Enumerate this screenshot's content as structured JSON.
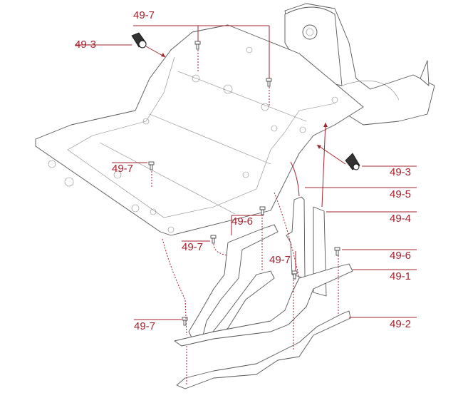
{
  "diagram": {
    "accent_color": "#a3232e",
    "callouts": [
      {
        "id": "top",
        "label": "49-7"
      },
      {
        "id": "grommet-left",
        "label": "49-3"
      },
      {
        "id": "mid-left",
        "label": "49-7"
      },
      {
        "id": "grommet-right",
        "label": "49-3"
      },
      {
        "id": "plate-front",
        "label": "49-5"
      },
      {
        "id": "plate-rear",
        "label": "49-4"
      },
      {
        "id": "mid-arm",
        "label": "49-6"
      },
      {
        "id": "arm-left",
        "label": "49-7"
      },
      {
        "id": "arm-right",
        "label": "49-7"
      },
      {
        "id": "right-screw",
        "label": "49-6"
      },
      {
        "id": "upper-arm",
        "label": "49-1"
      },
      {
        "id": "bottom-left",
        "label": "49-7"
      },
      {
        "id": "lower-arm",
        "label": "49-2"
      }
    ]
  }
}
